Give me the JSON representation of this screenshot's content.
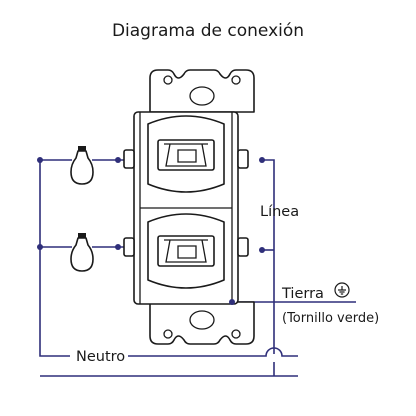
{
  "diagram": {
    "title": "Diagrama de conexión",
    "labels": {
      "linea": "Línea",
      "tierra": "Tierra",
      "tornillo": "(Tornillo verde)",
      "neutro": "Neutro"
    },
    "icons": {
      "bulb": "light-bulb-icon",
      "ground": "ground-symbol-icon"
    },
    "colors": {
      "wire": "#2f2f7a",
      "outline": "#1a1a1a"
    }
  }
}
